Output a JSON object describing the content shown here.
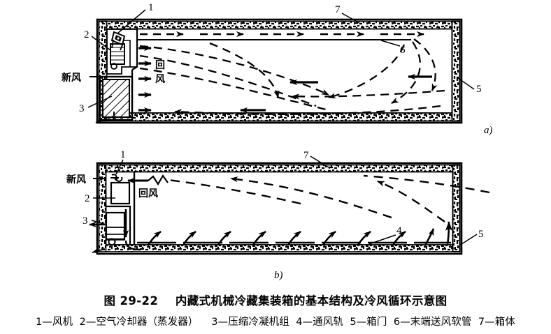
{
  "figure": {
    "title": "图 29-22    内藏式机械冷藏集装箱的基本结构及冷风循环示意图",
    "legend": "1—风机  2—空气冷却器（蒸发器）    3—压缩冷凝机组  4—通风轨  5—箱门  6—末端送风软管  7—箱体",
    "panel_a_label": "a)",
    "panel_b_label": "b)"
  },
  "labels": {
    "fresh_air": "新风",
    "return_air_a": "回风",
    "return_air_b": "回风",
    "return_air_a_char1": "回",
    "return_air_a_char2": "风"
  },
  "callouts_a": {
    "n1": "1",
    "n2": "2",
    "n3": "3",
    "n5": "5",
    "n6": "6",
    "n7": "7"
  },
  "callouts_b": {
    "n1": "1",
    "n2": "2",
    "n3": "3",
    "n4": "4",
    "n5": "5",
    "n7": "7"
  },
  "legend_items": [
    {
      "num": "1",
      "name": "风机"
    },
    {
      "num": "2",
      "name": "空气冷却器（蒸发器）"
    },
    {
      "num": "3",
      "name": "压缩冷凝机组"
    },
    {
      "num": "4",
      "name": "通风轨"
    },
    {
      "num": "5",
      "name": "箱门"
    },
    {
      "num": "6",
      "name": "末端送风软管"
    },
    {
      "num": "7",
      "name": "箱体"
    }
  ],
  "colors": {
    "ink": "#000000",
    "paper": "#ffffff"
  }
}
